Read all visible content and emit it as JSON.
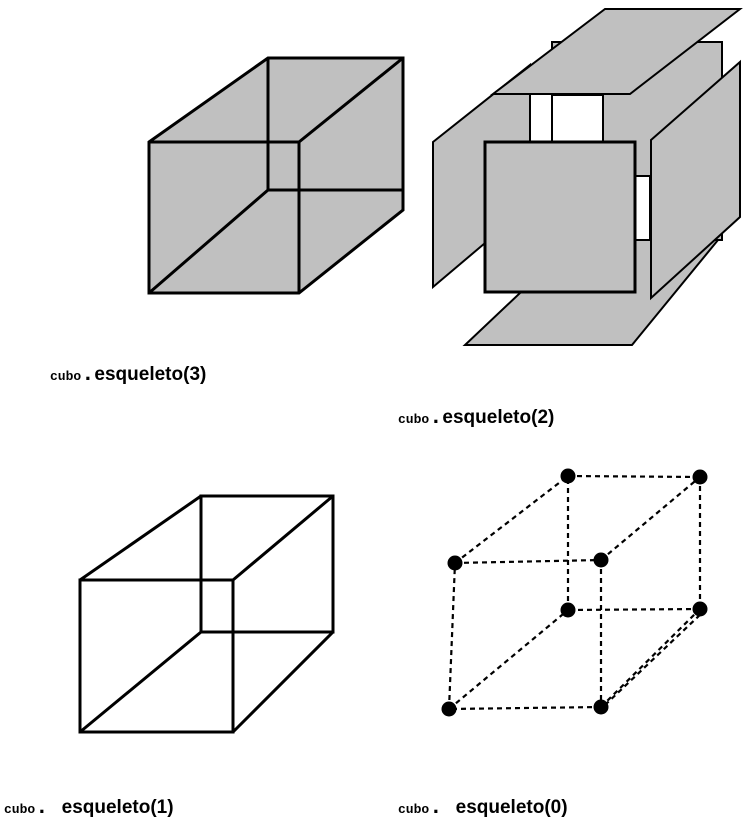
{
  "colors": {
    "face_fill": "#c0c0c0",
    "stroke": "#000000",
    "background": "#ffffff"
  },
  "captions": {
    "skeleton3": {
      "prefix": "cubo",
      "dot": ".",
      "method": "esqueleto(3)"
    },
    "skeleton2": {
      "prefix": "cubo",
      "dot": ".",
      "method": "esqueleto(2)"
    },
    "skeleton1": {
      "prefix": "cubo",
      "dot": ". ",
      "method": "esqueleto(1)"
    },
    "skeleton0": {
      "prefix": "cubo",
      "dot": ". ",
      "method": "esqueleto(0)"
    }
  }
}
